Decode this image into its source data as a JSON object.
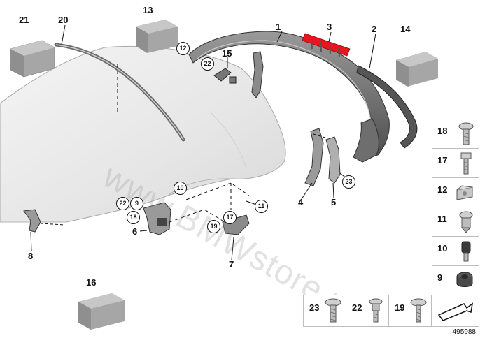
{
  "diagram": {
    "callouts": {
      "c1": "1",
      "c2": "2",
      "c3": "3",
      "c4": "4",
      "c5": "5",
      "c6": "6",
      "c7": "7",
      "c8": "8",
      "c13": "13",
      "c14": "14",
      "c15": "15",
      "c16": "16",
      "c20": "20",
      "c21": "21"
    },
    "circled": {
      "k12": "12",
      "k22a": "22",
      "k10": "10",
      "k11": "11",
      "k22b": "22",
      "k9": "9",
      "k18": "18",
      "k19": "19",
      "k17": "17",
      "k23": "23"
    },
    "parts_panel": {
      "right": [
        "18",
        "17",
        "12",
        "11",
        "10",
        "9"
      ],
      "bottom": [
        "23",
        "22",
        "19"
      ]
    },
    "watermark": "www.BMWstore.pl",
    "document_number": "495988",
    "colors": {
      "accent_red": "#e8141e",
      "line": "#111111",
      "roof": "#ececec"
    }
  }
}
